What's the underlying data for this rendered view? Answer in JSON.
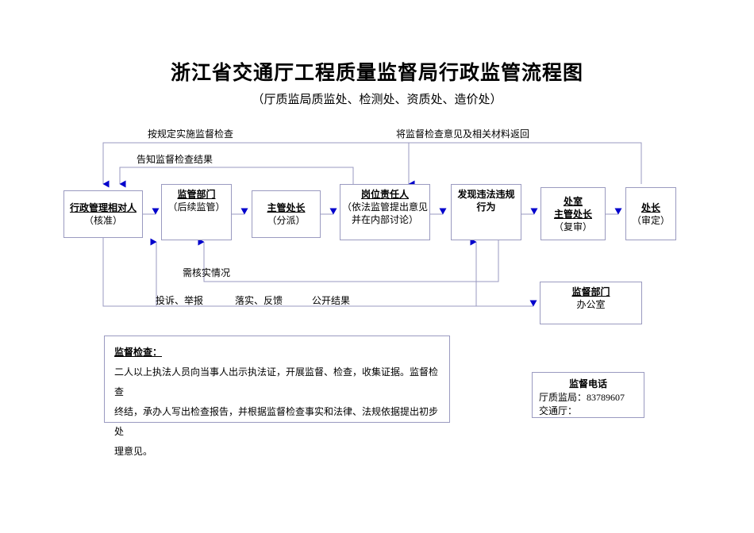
{
  "document": {
    "title": "浙江省交通厅工程质量监督局行政监管流程图",
    "subtitle": "（厅质监局质监处、检测处、资质处、造价处）"
  },
  "colors": {
    "box_border": "#9a9ac0",
    "wire": "#9a9ac0",
    "arrow": "#0000cc",
    "text": "#000000",
    "background": "#ffffff"
  },
  "nodes": [
    {
      "id": "relative-person",
      "line1": "行政管理相对人",
      "line2": "（核准）",
      "line3": ""
    },
    {
      "id": "supervision-dept",
      "line1": "监管部门",
      "line2": "（后续监管）",
      "line3": ""
    },
    {
      "id": "chief-officer",
      "line1": "主管处长",
      "line2": "（分派）",
      "line3": ""
    },
    {
      "id": "post-responsible",
      "line1": "岗位责任人",
      "line2": "（依法监管提出意见",
      "line3": "并在内部讨论）"
    },
    {
      "id": "violation-found",
      "line1": "发现违法违规",
      "line2": "行为",
      "line3": ""
    },
    {
      "id": "office-chief",
      "line1": "处室",
      "line2": "主管处长",
      "line3": "（复审）"
    },
    {
      "id": "department-head",
      "line1": "处长",
      "line2": "（审定）",
      "line3": ""
    },
    {
      "id": "oversight-office",
      "line1": "监督部门",
      "line2": "办公室",
      "line3": ""
    }
  ],
  "edge_labels": [
    {
      "id": "implement-inspection",
      "text": "按规定实施监督检查"
    },
    {
      "id": "return-opinion-materials",
      "text": "将监督检查意见及相关材料返回"
    },
    {
      "id": "notify-result",
      "text": "告知监督检查结果"
    },
    {
      "id": "need-verify",
      "text": "需核实情况"
    },
    {
      "id": "complaint-report",
      "text": "投诉、举报"
    },
    {
      "id": "implement-feedback",
      "text": "落实、反馈"
    },
    {
      "id": "public-result",
      "text": "公开结果"
    }
  ],
  "inspection_note": {
    "heading": "监督检查：",
    "lines": [
      "二人以上执法人员向当事人出示执法证，开展监督、检查，收集证据。监督检查",
      "终结，承办人写出检查报告，并根据监督检查事实和法律、法规依据提出初步处",
      "理意见。"
    ]
  },
  "hotline": {
    "title": "监督电话",
    "lines": [
      "厅质监局：83789607",
      "交通厅："
    ]
  }
}
